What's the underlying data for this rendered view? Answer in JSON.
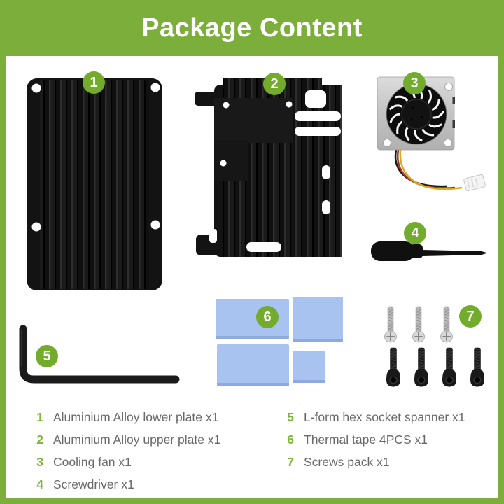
{
  "title": "Package Content",
  "badges": [
    "1",
    "2",
    "3",
    "4",
    "5",
    "6",
    "7"
  ],
  "legend": {
    "left": [
      {
        "num": "1",
        "label": "Aluminium Alloy lower plate x1"
      },
      {
        "num": "2",
        "label": "Aluminium Alloy upper plate x1"
      },
      {
        "num": "3",
        "label": "Cooling fan x1"
      },
      {
        "num": "4",
        "label": "Screwdriver x1"
      }
    ],
    "right": [
      {
        "num": "5",
        "label": "L-form hex socket spanner x1"
      },
      {
        "num": "6",
        "label": "Thermal tape 4PCS x1"
      },
      {
        "num": "7",
        "label": "Screws pack x1"
      }
    ]
  },
  "illustrations": [
    "aluminium-alloy-lower-plate",
    "aluminium-alloy-upper-plate",
    "cooling-fan",
    "screwdriver",
    "l-form-hex-socket-spanner",
    "thermal-tape-pads",
    "screws-pack"
  ],
  "colors": {
    "green_header": "#7bae3a",
    "green_badge": "#73ac2c",
    "green_legend_number": "#7db83b",
    "text_gray": "#696969",
    "thermal_pad_blue": "#a9c3f1",
    "metal_silver": "#c6c6c6",
    "part_black": "#131313",
    "background": "#ffffff"
  }
}
